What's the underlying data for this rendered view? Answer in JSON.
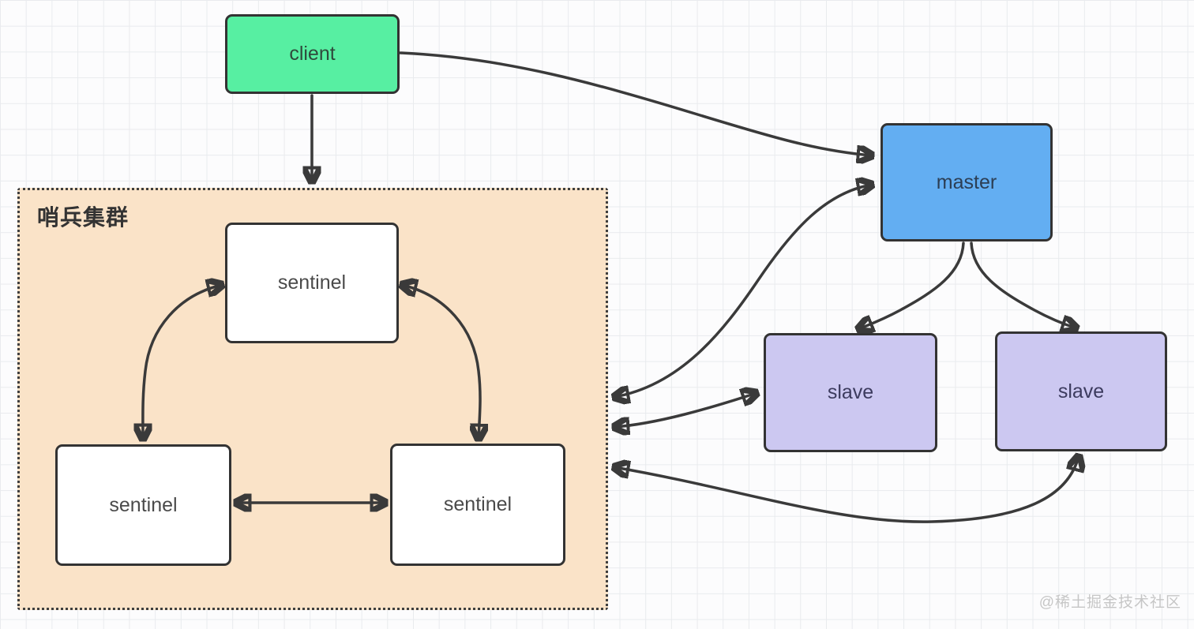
{
  "cluster": {
    "label": "哨兵集群",
    "fill": "#fae3c8"
  },
  "nodes": {
    "client": {
      "label": "client",
      "fill": "#57efa2"
    },
    "master": {
      "label": "master",
      "fill": "#63aef2"
    },
    "slave_left": {
      "label": "slave",
      "fill": "#ccc8f1"
    },
    "slave_right": {
      "label": "slave",
      "fill": "#ccc8f1"
    },
    "sentinel_top": {
      "label": "sentinel",
      "fill": "#ffffff"
    },
    "sentinel_bottom_left": {
      "label": "sentinel",
      "fill": "#ffffff"
    },
    "sentinel_bottom_right": {
      "label": "sentinel",
      "fill": "#ffffff"
    }
  },
  "edges": [
    {
      "from": "client",
      "to": "master",
      "direction": "one-way"
    },
    {
      "from": "client",
      "to": "sentinel-cluster",
      "direction": "one-way"
    },
    {
      "from": "sentinel-cluster",
      "to": "master",
      "direction": "two-way"
    },
    {
      "from": "sentinel-cluster",
      "to": "slave_left",
      "direction": "two-way"
    },
    {
      "from": "sentinel-cluster",
      "to": "slave_right",
      "direction": "two-way"
    },
    {
      "from": "master",
      "to": "slave_left",
      "direction": "one-way"
    },
    {
      "from": "master",
      "to": "slave_right",
      "direction": "one-way"
    },
    {
      "from": "sentinel_top",
      "to": "sentinel_bottom_left",
      "direction": "two-way"
    },
    {
      "from": "sentinel_top",
      "to": "sentinel_bottom_right",
      "direction": "two-way"
    },
    {
      "from": "sentinel_bottom_left",
      "to": "sentinel_bottom_right",
      "direction": "two-way"
    }
  ],
  "watermark": {
    "text": "@稀土掘金技术社区"
  },
  "colors": {
    "arrow": "#3a3a3a",
    "node_border": "#333333",
    "grid_line": "#e9ebee",
    "background": "#fcfcfd"
  }
}
